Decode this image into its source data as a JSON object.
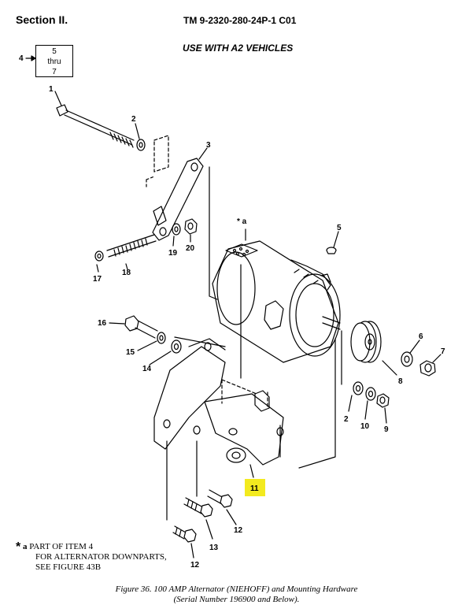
{
  "header": {
    "section": "Section II.",
    "manual": "TM 9-2320-280-24P-1 C01",
    "use_with": "USE WITH A2 VEHICLES"
  },
  "reference": {
    "item": "4",
    "range_start": "5",
    "range_word": "thru",
    "range_end": "7"
  },
  "callouts": {
    "c1": "1",
    "c2": "2",
    "c3": "3",
    "c5": "5",
    "c6": "6",
    "c7": "7",
    "c8": "8",
    "c9": "9",
    "c10": "10",
    "c2b": "2",
    "c11": "11",
    "c12a": "12",
    "c12b": "12",
    "c13": "13",
    "c14": "14",
    "c15": "15",
    "c16": "16",
    "c17": "17",
    "c18": "18",
    "c19": "19",
    "c20": "20",
    "star_a": "* a"
  },
  "highlight_color": "#f3ea1f",
  "footnote": {
    "marker": "*",
    "key": "a",
    "line1": "PART OF ITEM 4",
    "line2": "FOR ALTERNATOR DOWNPARTS,",
    "line3": "SEE FIGURE 43B"
  },
  "caption": {
    "line1": "Figure 36.  100 AMP Alternator (NIEHOFF) and Mounting Hardware",
    "line2": "(Serial Number 196900 and Below)."
  }
}
